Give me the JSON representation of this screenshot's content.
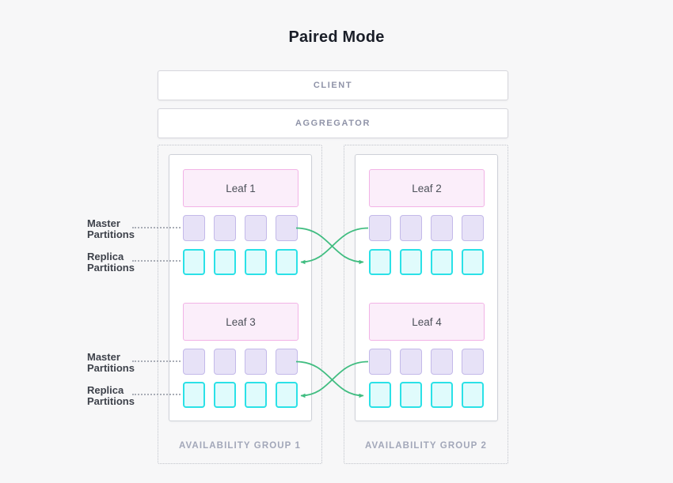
{
  "page": {
    "title": "Paired Mode",
    "background_color": "#f7f7f8"
  },
  "tiers": {
    "client_label": "CLIENT",
    "aggregator_label": "AGGREGATOR"
  },
  "partition_row_labels": {
    "master": "Master Partitions",
    "replica": "Replica Partitions"
  },
  "groups": [
    {
      "label": "AVAILABILITY GROUP 1",
      "leaves": [
        {
          "name": "Leaf 1"
        },
        {
          "name": "Leaf 3"
        }
      ]
    },
    {
      "label": "AVAILABILITY GROUP 2",
      "leaves": [
        {
          "name": "Leaf 2"
        },
        {
          "name": "Leaf 4"
        }
      ]
    }
  ],
  "partitions": {
    "per_row": 4,
    "master_fill": "#e7e2f7",
    "master_border": "#c3b9e9",
    "replica_fill": "#e0fbfc",
    "replica_border": "#2be1e7"
  },
  "colors": {
    "arrow": "#41bd81",
    "leaf_fill": "#fbeefa",
    "leaf_border": "#f2b3e6"
  },
  "arrows": [
    {
      "from": "group1-leaf1-master",
      "to": "group2-leaf2-replica"
    },
    {
      "from": "group2-leaf2-master",
      "to": "group1-leaf1-replica"
    },
    {
      "from": "group1-leaf3-master",
      "to": "group2-leaf4-replica"
    },
    {
      "from": "group2-leaf4-master",
      "to": "group1-leaf3-replica"
    }
  ]
}
